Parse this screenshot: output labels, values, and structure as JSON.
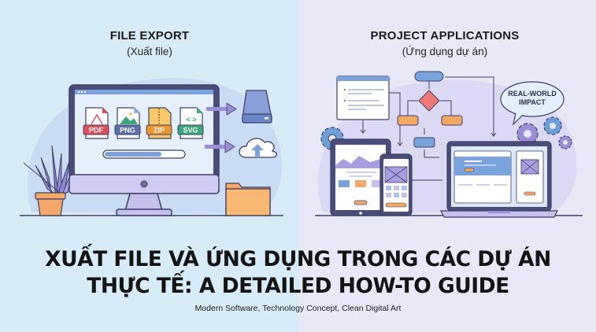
{
  "left_panel": {
    "title": "FILE EXPORT",
    "subtitle": "(Xuất file)",
    "file_icons": [
      {
        "label": "PDF",
        "color": "#e0505a"
      },
      {
        "label": "PNG",
        "color": "#5a6fb0"
      },
      {
        "label": "ZIP",
        "color": "#f0962f"
      },
      {
        "label": "SVG",
        "color": "#3aa878"
      }
    ],
    "progress_percent": 70,
    "destinations": [
      "hard-drive",
      "cloud-upload",
      "folder"
    ]
  },
  "right_panel": {
    "title": "PROJECT APPLICATIONS",
    "subtitle": "(Ứng dụng dự án)",
    "speech_bubble": {
      "line1": "REAL-WORLD",
      "line2": "IMPACT"
    }
  },
  "headline": {
    "line1": "XUẤT FILE VÀ ỨNG DỤNG TRONG CÁC DỰ ÁN",
    "line2": "THỰC TẾ: A DETAILED HOW-TO GUIDE"
  },
  "caption": "Modern Software, Technology Concept, Clean Digital Art",
  "colors": {
    "left_bg": "#d8ecf8",
    "right_bg": "#e9e8f7",
    "outline": "#3d3f66",
    "purple": "#9a8fd6",
    "blue": "#6f9fd8",
    "orange": "#f5a765"
  }
}
